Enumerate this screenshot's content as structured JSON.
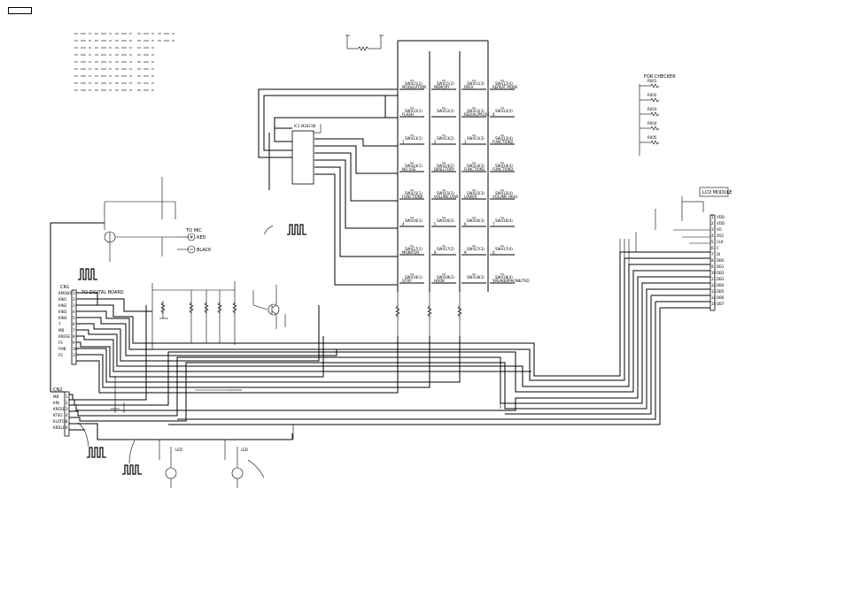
{
  "signals": {
    "to_digital_board": "TO DIGITAL BOARD",
    "to_mic": "TO MIC",
    "red": "RED",
    "black": "BLACK",
    "for_checker": "FOR CHECKER",
    "lcd_module": "LCD MODULE"
  },
  "connector_pins_left": [
    "KMSW1",
    "KIN1",
    "KIN2",
    "KIN3",
    "KIN4",
    "T",
    "MB",
    "KRESE",
    "FS",
    "FMB",
    "FS"
  ],
  "connector_pins_lower": [
    "MB",
    "KIN",
    "KRESE",
    "KTSO",
    "KLATCH",
    "KRDLD"
  ],
  "switch_rows": [
    [
      "MODULATION",
      "MEMORY",
      "PREV",
      "REPEAT MODE"
    ],
    [
      "FLASH",
      "",
      "REDIAL/PAUSE",
      "6"
    ],
    [
      "1",
      "2",
      "3",
      "FUNCTION2"
    ],
    [
      "NO USE",
      "DIRECTORY",
      "FUNCTION1",
      "FUNCTION3"
    ],
    [
      "FUNCTION0",
      "VOLUME LOW",
      "LOWER",
      "VOLUME HIGH"
    ],
    [
      "4",
      "5",
      "6",
      "7"
    ],
    [
      "MONITOR",
      "8",
      "9",
      "0"
    ],
    [
      "STOP",
      "HOOK",
      "",
      "SPEAKERPHONE/TAD"
    ]
  ],
  "switch_refs": [
    [
      "SW411(1)",
      "SW411(2)",
      "SW411(3)",
      "SW411(4)"
    ],
    [
      "SW412(1)",
      "SW412(2)",
      "SW412(3)",
      "SW412(4)"
    ],
    [
      "SW413(1)",
      "SW413(2)",
      "SW413(3)",
      "SW413(4)"
    ],
    [
      "SW414(1)",
      "SW414(2)",
      "SW414(3)",
      "SW414(4)"
    ],
    [
      "SW415(1)",
      "SW415(2)",
      "SW415(3)",
      "SW415(4)"
    ],
    [
      "SW416(1)",
      "SW416(2)",
      "SW416(3)",
      "SW416(4)"
    ],
    [
      "SW417(1)",
      "SW417(2)",
      "SW417(3)",
      "SW417(4)"
    ],
    [
      "SW418(1)",
      "SW418(2)",
      "SW418(3)",
      "SW418(4)"
    ]
  ],
  "lcd_pins": [
    "VDD",
    "VDD",
    "VO",
    "OSC",
    "CLK",
    "C",
    "DI",
    "DB0",
    "DB1",
    "DB2",
    "DB3",
    "DB4",
    "DB5",
    "DB6",
    "DB7"
  ],
  "checker_items": [
    "R001",
    "R002",
    "R003",
    "R004",
    "R005"
  ],
  "part_labels": {
    "ic": "IC1",
    "ic_sub": "M24C08",
    "lamp_left": "LED",
    "lamp_right": "LED"
  }
}
